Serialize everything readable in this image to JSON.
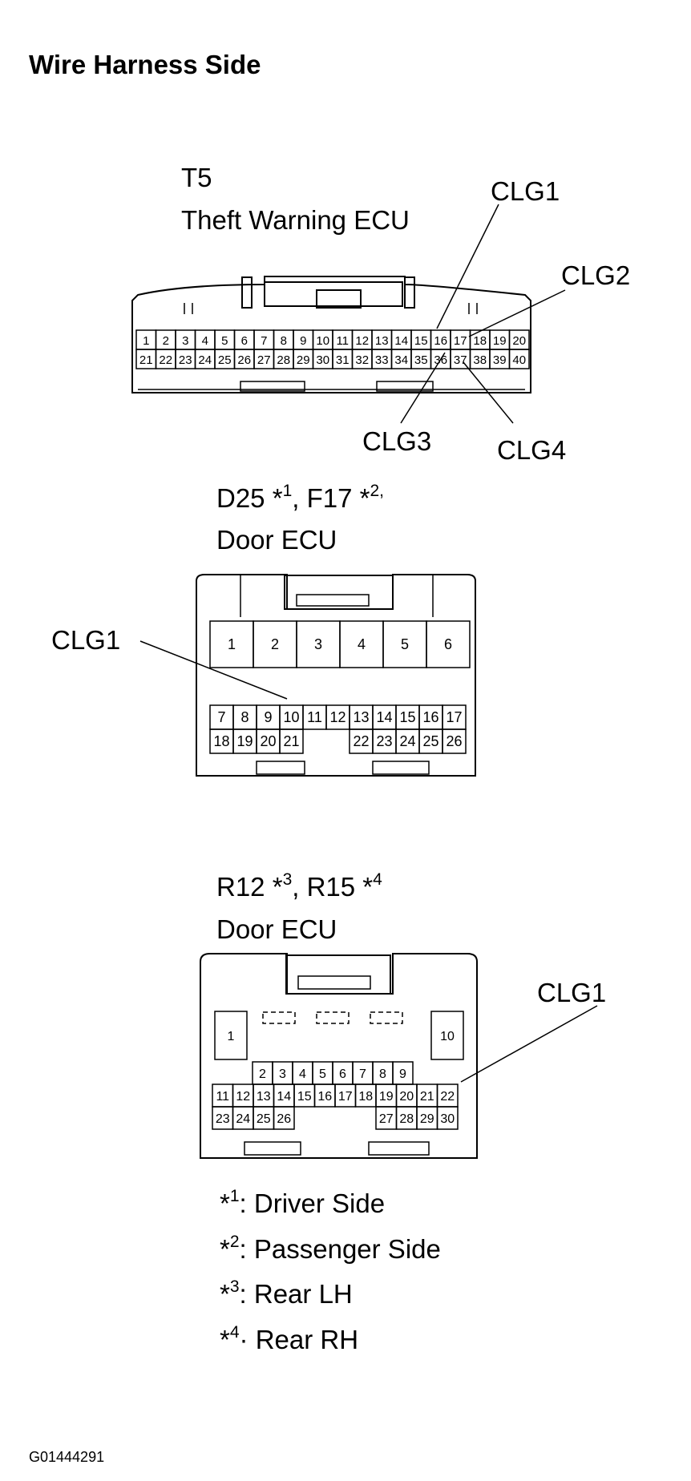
{
  "title": "Wire Harness Side",
  "code": "G01444291",
  "connectors": [
    {
      "name_lines": [
        "T5",
        "Theft Warning ECU"
      ],
      "rows": [
        [
          "1",
          "2",
          "3",
          "4",
          "5",
          "6",
          "7",
          "8",
          "9",
          "10",
          "11",
          "12",
          "13",
          "14",
          "15",
          "16",
          "17",
          "18",
          "19",
          "20"
        ],
        [
          "21",
          "22",
          "23",
          "24",
          "25",
          "26",
          "27",
          "28",
          "29",
          "30",
          "31",
          "32",
          "33",
          "34",
          "35",
          "36",
          "37",
          "38",
          "39",
          "40"
        ]
      ],
      "callouts": [
        "CLG1",
        "CLG2",
        "CLG3",
        "CLG4"
      ]
    },
    {
      "name_lines": [
        {
          "a": "D25 *",
          "a_sup": "1",
          "b": ", F17 *",
          "b_sup": "2,"
        },
        "Door ECU"
      ],
      "rows": [
        [
          "1",
          "2",
          "3",
          "4",
          "5",
          "6"
        ],
        [
          "7",
          "8",
          "9",
          "10",
          "11",
          "12",
          "13",
          "14",
          "15",
          "16",
          "17"
        ],
        [
          "18",
          "19",
          "20",
          "21",
          "22",
          "23",
          "24",
          "25",
          "26"
        ]
      ],
      "callouts": [
        "CLG1"
      ]
    },
    {
      "name_lines": [
        {
          "a": "R12 *",
          "a_sup": "3",
          "b": ", R15 *",
          "b_sup": "4"
        },
        "Door ECU"
      ],
      "rows": [
        [
          "1",
          "10"
        ],
        [
          "2",
          "3",
          "4",
          "5",
          "6",
          "7",
          "8",
          "9"
        ],
        [
          "11",
          "12",
          "13",
          "14",
          "15",
          "16",
          "17",
          "18",
          "19",
          "20",
          "21",
          "22"
        ],
        [
          "23",
          "24",
          "25",
          "26",
          "27",
          "28",
          "29",
          "30"
        ]
      ],
      "callouts": [
        "CLG1"
      ]
    }
  ],
  "notes": [
    {
      "mark": "*",
      "sup": "1",
      "text": ": Driver Side"
    },
    {
      "mark": "*",
      "sup": "2",
      "text": ": Passenger Side"
    },
    {
      "mark": "*",
      "sup": "3",
      "text": ": Rear LH"
    },
    {
      "mark": "*",
      "sup": "4",
      "text": "· Rear RH"
    }
  ]
}
